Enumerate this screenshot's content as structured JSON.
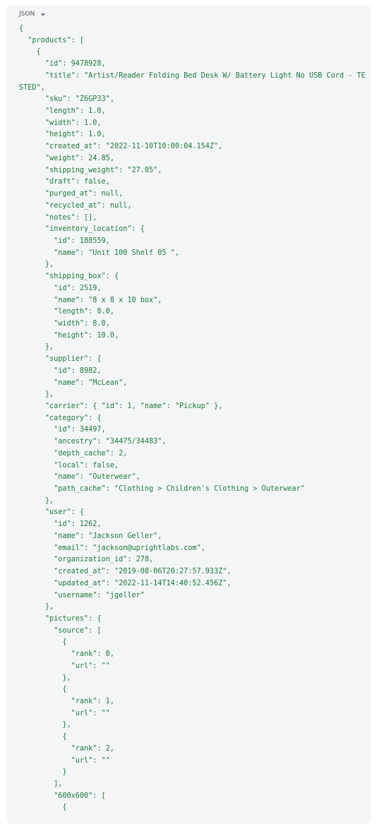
{
  "header": {
    "label": "JSON",
    "caret_icon": "chevron-down-icon"
  },
  "colors": {
    "code": "#1b7a3d",
    "panel_bg": "#f4f5f7",
    "header_text": "#505458"
  },
  "code_lines": [
    "{",
    "  \"products\": [",
    "    {",
    "      \"id\": 9478928,",
    "      \"title\": \"Artist/Reader Folding Bed Desk W/ Battery Light No USB Cord - TESTED\",",
    "      \"sku\": \"Z6GP33\",",
    "      \"length\": 1.0,",
    "      \"width\": 1.0,",
    "      \"height\": 1.0,",
    "      \"created_at\": \"2022-11-10T10:00:04.154Z\",",
    "      \"weight\": 24.85,",
    "      \"shipping_weight\": \"27.05\",",
    "      \"draft\": false,",
    "      \"purged_at\": null,",
    "      \"recycled_at\": null,",
    "      \"notes\": [],",
    "      \"inventory_location\": {",
    "        \"id\": 188559,",
    "        \"name\": \"Unit 100 Shelf 05 \",",
    "      },",
    "      \"shipping_box\": {",
    "        \"id\": 2519,",
    "        \"name\": \"8 x 8 x 10 box\",",
    "        \"length\": 8.0,",
    "        \"width\": 8.0,",
    "        \"height\": 10.0,",
    "      },",
    "      \"supplier\": {",
    "        \"id\": 8982,",
    "        \"name\": \"McLean\",",
    "      },",
    "      \"carrier\": { \"id\": 1, \"name\": \"Pickup\" },",
    "      \"category\": {",
    "        \"id\": 34497,",
    "        \"ancestry\": \"34475/34483\",",
    "        \"depth_cache\": 2,",
    "        \"local\": false,",
    "        \"name\": \"Outerwear\",",
    "        \"path_cache\": \"Clothing > Children's Clothing > Outerwear\"",
    "      },",
    "      \"user\": {",
    "        \"id\": 1262,",
    "        \"name\": \"Jackson Geller\",",
    "        \"email\": \"jackson@uprightlabs.com\",",
    "        \"organization_id\": 278,",
    "        \"created_at\": \"2019-08-06T20:27:57.933Z\",",
    "        \"updated_at\": \"2022-11-14T14:40:52.456Z\",",
    "        \"username\": \"jgeller\"",
    "      },",
    "      \"pictures\": {",
    "        \"source\": [",
    "          {",
    "            \"rank\": 0,",
    "            \"url\": \"\"",
    "          },",
    "          {",
    "            \"rank\": 1,",
    "            \"url\": \"\"",
    "          },",
    "          {",
    "            \"rank\": 2,",
    "            \"url\": \"\"",
    "          }",
    "        ],",
    "        \"600x600\": [",
    "          {"
  ]
}
